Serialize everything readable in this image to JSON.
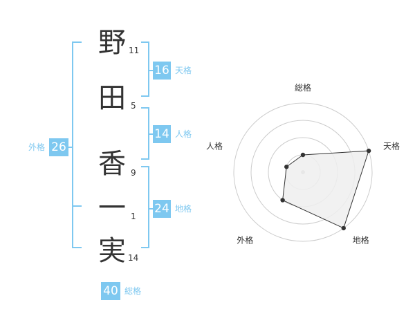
{
  "name_chars": [
    {
      "char": "野",
      "strokes": "11"
    },
    {
      "char": "田",
      "strokes": "5"
    },
    {
      "char": "香",
      "strokes": "9"
    },
    {
      "char": "一",
      "strokes": "1"
    },
    {
      "char": "実",
      "strokes": "14"
    }
  ],
  "kakusu": {
    "tenkaku": {
      "value": "16",
      "label": "天格"
    },
    "jinkaku": {
      "value": "14",
      "label": "人格"
    },
    "chikaku": {
      "value": "24",
      "label": "地格"
    },
    "gaikaku": {
      "value": "26",
      "label": "外格"
    },
    "soukaku": {
      "value": "40",
      "label": "総格"
    }
  },
  "chart_data": {
    "type": "radar",
    "axes": [
      "総格",
      "天格",
      "地格",
      "外格",
      "人格"
    ],
    "values": [
      1,
      4,
      4,
      2,
      1
    ],
    "max": 4,
    "rings": 4,
    "colors": {
      "line": "#333333",
      "fill": "#eeeeee",
      "grid": "#cccccc",
      "center": "#bbbbbb"
    }
  },
  "colors": {
    "accent": "#7ec8f0",
    "text": "#333333"
  }
}
